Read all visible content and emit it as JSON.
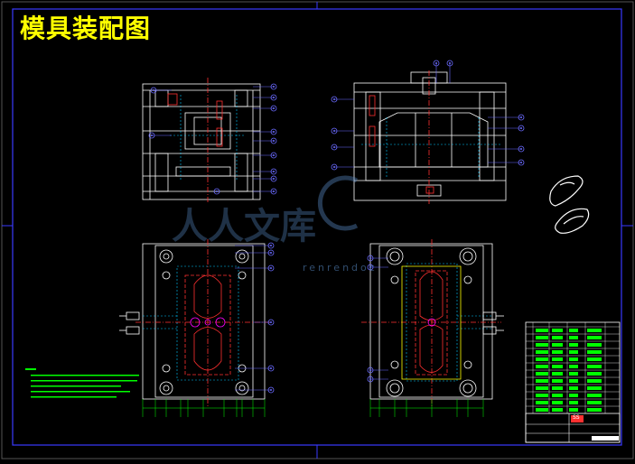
{
  "drawing": {
    "title": "模具装配图",
    "colors": {
      "background": "#000000",
      "frame": "#0000ff",
      "outline": "#ffffff",
      "centerline": "#ff0000",
      "hidden": "#00ffff",
      "balloon": "#0000ff",
      "notes": "#00ff00",
      "title_text": "#ffff00",
      "magenta": "#ff00ff"
    }
  },
  "watermark": {
    "main": "人人文库",
    "sub": "renrendoc"
  },
  "title_block": {
    "stamp_text": "SS",
    "bom_rows": 12
  }
}
